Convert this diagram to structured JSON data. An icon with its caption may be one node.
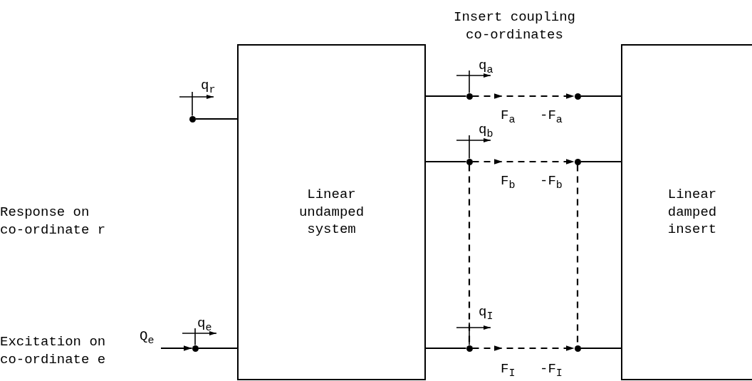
{
  "diagram": {
    "nodes": [
      {
        "text": [
          "Linear undamped system"
        ]
      },
      {
        "text": [
          "Linear damped insert"
        ]
      },
      {
        "text": [],
        "shape": "circle"
      },
      {
        "text": [],
        "shape": "circle"
      },
      {
        "text": [],
        "shape": "circle"
      },
      {
        "text": [],
        "shape": "circle"
      },
      {
        "text": [],
        "shape": "circle"
      },
      {
        "text": [],
        "shape": "circle"
      },
      {
        "text": [],
        "shape": "circle"
      },
      {
        "text": [],
        "shape": "circle"
      }
    ],
    "edges": [
      {
        "from": 2,
        "to": 0,
        "arrow": "none"
      },
      {
        "from": null,
        "to": 3,
        "arrow": "to"
      },
      {
        "from": 3,
        "to": 0,
        "arrow": "none"
      },
      {
        "from": 0,
        "to": 4,
        "arrow": "none"
      },
      {
        "from": 4,
        "to": 5,
        "arrow": "to",
        "style": "dashed"
      },
      {
        "from": 5,
        "to": 1,
        "arrow": "none"
      },
      {
        "from": 0,
        "to": 6,
        "arrow": "none"
      },
      {
        "from": 6,
        "to": 7,
        "arrow": "to",
        "style": "dashed"
      },
      {
        "from": 7,
        "to": 1,
        "arrow": "none"
      },
      {
        "from": 0,
        "to": 8,
        "arrow": "none"
      },
      {
        "from": 8,
        "to": 9,
        "arrow": "to",
        "style": "dashed"
      },
      {
        "from": 9,
        "to": 1,
        "arrow": "none"
      },
      {
        "from": 6,
        "to": 8,
        "arrow": "none",
        "style": "dashed"
      },
      {
        "from": 7,
        "to": 9,
        "arrow": "none",
        "style": "dashed"
      }
    ],
    "labels": [
      "Insert coupling co-ordinates",
      "q$_{a}$",
      "q$_{r}$",
      "F$_{a}$",
      "-F$_{a}$",
      "q$_{b}$",
      "Response on co-ordinate r",
      "F$_{b}$",
      "-F$_{b}$",
      "q$_{e}$",
      "q$_{I}$",
      "Q$_{e}$",
      "Excitation on co-ordinate e",
      "F$_{I}$",
      "-F$_{I}$"
    ]
  }
}
